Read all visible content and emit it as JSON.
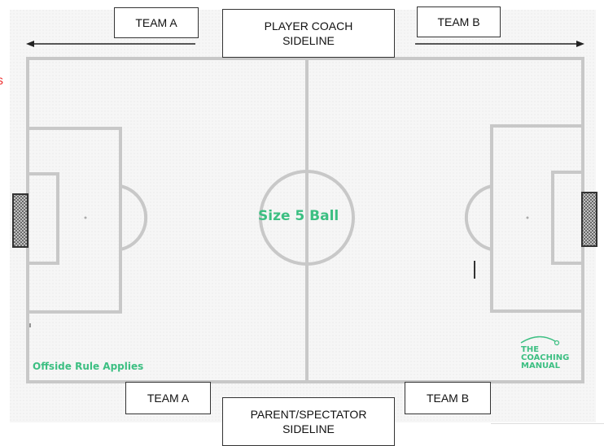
{
  "top_sideline": {
    "line1": "PLAYER COACH",
    "line2": "SIDELINE"
  },
  "bottom_sideline": {
    "line1": "PARENT/SPECTATOR",
    "line2": "SIDELINE"
  },
  "top_team_left": "TEAM A",
  "top_team_right": "TEAM B",
  "bottom_team_left": "TEAM A",
  "bottom_team_right": "TEAM B",
  "center_label": "Size 5 Ball",
  "offside_label": "Offside Rule Applies",
  "logo": {
    "line1": "THE",
    "line2": "COACHING",
    "line3": "MANUAL"
  },
  "edge_fragment": "s",
  "colors": {
    "pitch_lines": "#c8c8c8",
    "accent_green": "#3cbf82",
    "fragment_red": "#e33333"
  },
  "icons": {
    "goal_left": "goal-net-icon",
    "goal_right": "goal-net-icon",
    "direction_left": "arrow-left-icon",
    "direction_right": "arrow-right-icon"
  }
}
